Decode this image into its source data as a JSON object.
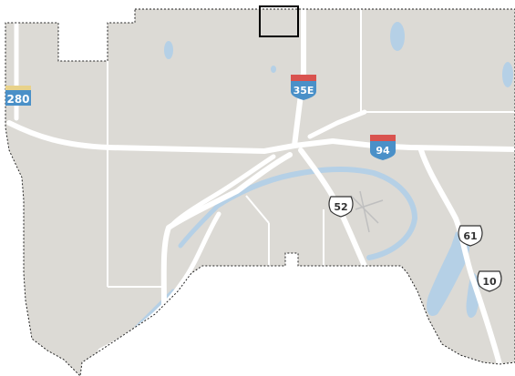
{
  "map": {
    "colors": {
      "land": "#dcdad5",
      "outside": "#ffffff",
      "water": "#b5d0e6",
      "road": "#ffffff",
      "boundary": "#222222",
      "interstate_blue": "#4a90c8",
      "interstate_red": "#d9534f",
      "us_shield_fill": "#ffffff",
      "us_shield_text": "#333333",
      "state_shield_fill": "#4a90c8"
    },
    "shields": {
      "i35e": "35E",
      "i94": "94",
      "us52": "52",
      "us61": "61",
      "us10": "10",
      "mn280": "280"
    }
  }
}
